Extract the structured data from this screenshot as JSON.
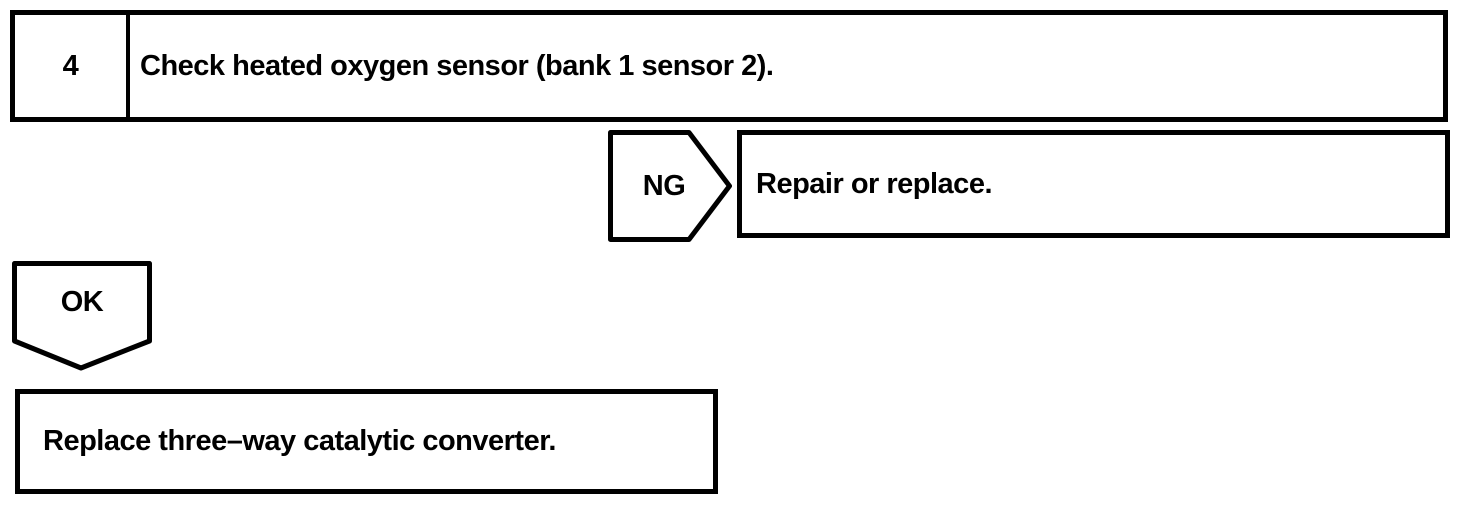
{
  "page": {
    "background_color": "#ffffff",
    "line_color": "#000000"
  },
  "flowchart": {
    "step": {
      "number": "4",
      "instruction": "Check heated oxygen sensor (bank 1 sensor 2)."
    },
    "ng_branch": {
      "label": "NG",
      "action": "Repair or replace."
    },
    "ok_branch": {
      "label": "OK",
      "action": "Replace three–way catalytic converter."
    }
  }
}
